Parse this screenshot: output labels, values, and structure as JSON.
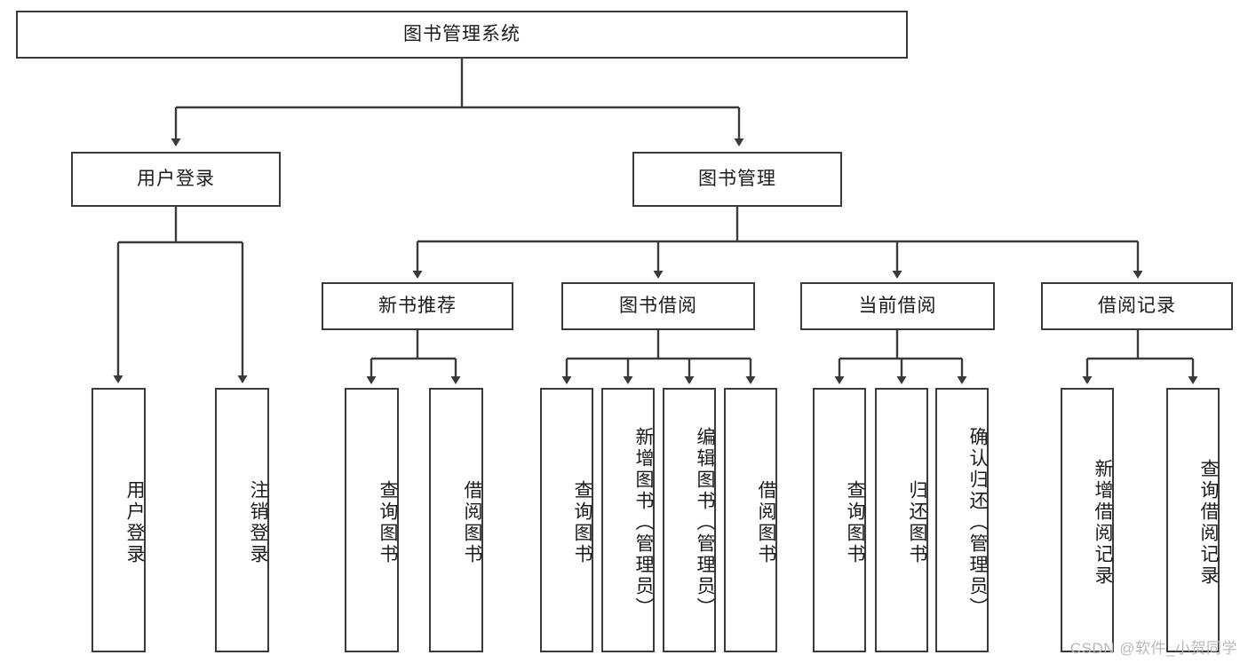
{
  "diagram": {
    "title": "图书管理系统",
    "type": "tree",
    "colors": {
      "stroke": "#3a3a3a",
      "fill": "#ffffff",
      "text": "#1b1b1b",
      "watermark": "#b9b9b9"
    },
    "root": {
      "label": "图书管理系统"
    },
    "level2": [
      {
        "label": "用户登录"
      },
      {
        "label": "图书管理"
      }
    ],
    "level3": [
      {
        "label": "新书推荐"
      },
      {
        "label": "图书借阅"
      },
      {
        "label": "当前借阅"
      },
      {
        "label": "借阅记录"
      }
    ],
    "leaves": {
      "user_login": [
        {
          "label": "用户登录"
        },
        {
          "label": "注销登录"
        }
      ],
      "new_book": [
        {
          "label": "查询图书"
        },
        {
          "label": "借阅图书"
        }
      ],
      "borrow_book": [
        {
          "label": "查询图书"
        },
        {
          "label": "新增图书（管理员）"
        },
        {
          "label": "编辑图书（管理员）"
        },
        {
          "label": "借阅图书"
        }
      ],
      "current_borrow": [
        {
          "label": "查询图书"
        },
        {
          "label": "归还图书"
        },
        {
          "label": "确认归还（管理员）"
        }
      ],
      "borrow_record": [
        {
          "label": "新增借阅记录"
        },
        {
          "label": "查询借阅记录"
        }
      ]
    }
  },
  "watermark": {
    "text": "CSDN @软件_小贺同学"
  }
}
